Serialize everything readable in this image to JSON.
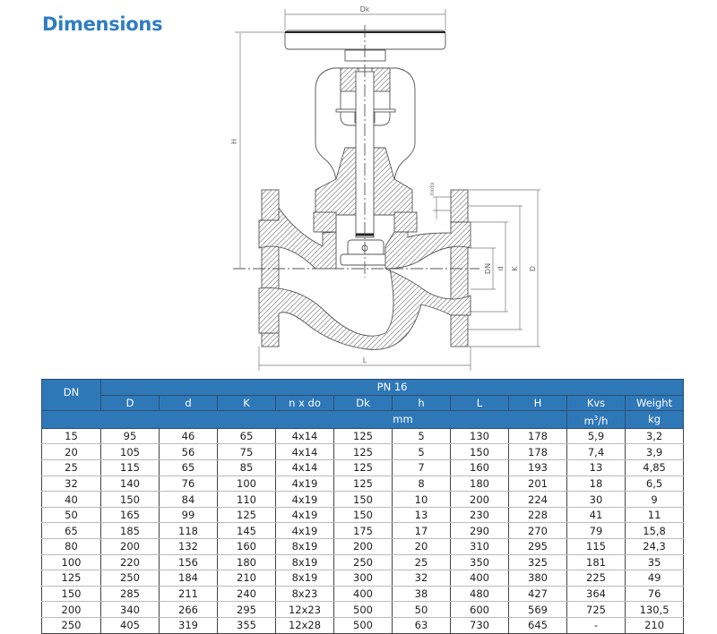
{
  "title": "Dimensions",
  "drawing": {
    "labels": {
      "dk": "Dk",
      "h": "H",
      "nxdo": "nxdo",
      "dn": "DN",
      "d": "d",
      "k": "K",
      "D": "D",
      "l": "L"
    }
  },
  "table": {
    "dn_header": "DN",
    "pn_header": "PN 16",
    "columns": [
      "D",
      "d",
      "K",
      "n x do",
      "Dk",
      "h",
      "L",
      "H",
      "Kvs",
      "Weight"
    ],
    "unit_mm": "mm",
    "unit_kvs_base": "m",
    "unit_kvs_sup": "3",
    "unit_kvs_tail": "/h",
    "unit_weight": "kg",
    "rows": [
      [
        "15",
        "95",
        "46",
        "65",
        "4x14",
        "125",
        "5",
        "130",
        "178",
        "5,9",
        "3,2"
      ],
      [
        "20",
        "105",
        "56",
        "75",
        "4x14",
        "125",
        "5",
        "150",
        "178",
        "7,4",
        "3,9"
      ],
      [
        "25",
        "115",
        "65",
        "85",
        "4x14",
        "125",
        "7",
        "160",
        "193",
        "13",
        "4,85"
      ],
      [
        "32",
        "140",
        "76",
        "100",
        "4x19",
        "125",
        "8",
        "180",
        "201",
        "18",
        "6,5"
      ],
      [
        "40",
        "150",
        "84",
        "110",
        "4x19",
        "150",
        "10",
        "200",
        "224",
        "30",
        "9"
      ],
      [
        "50",
        "165",
        "99",
        "125",
        "4x19",
        "150",
        "13",
        "230",
        "228",
        "41",
        "11"
      ],
      [
        "65",
        "185",
        "118",
        "145",
        "4x19",
        "175",
        "17",
        "290",
        "270",
        "79",
        "15,8"
      ],
      [
        "80",
        "200",
        "132",
        "160",
        "8x19",
        "200",
        "20",
        "310",
        "295",
        "115",
        "24,3"
      ],
      [
        "100",
        "220",
        "156",
        "180",
        "8x19",
        "250",
        "25",
        "350",
        "325",
        "181",
        "35"
      ],
      [
        "125",
        "250",
        "184",
        "210",
        "8x19",
        "300",
        "32",
        "400",
        "380",
        "225",
        "49"
      ],
      [
        "150",
        "285",
        "211",
        "240",
        "8x23",
        "400",
        "38",
        "480",
        "427",
        "364",
        "76"
      ],
      [
        "200",
        "340",
        "266",
        "295",
        "12x23",
        "500",
        "50",
        "600",
        "569",
        "725",
        "130,5"
      ],
      [
        "250",
        "405",
        "319",
        "355",
        "12x28",
        "500",
        "63",
        "730",
        "645",
        "-",
        "210"
      ]
    ]
  }
}
